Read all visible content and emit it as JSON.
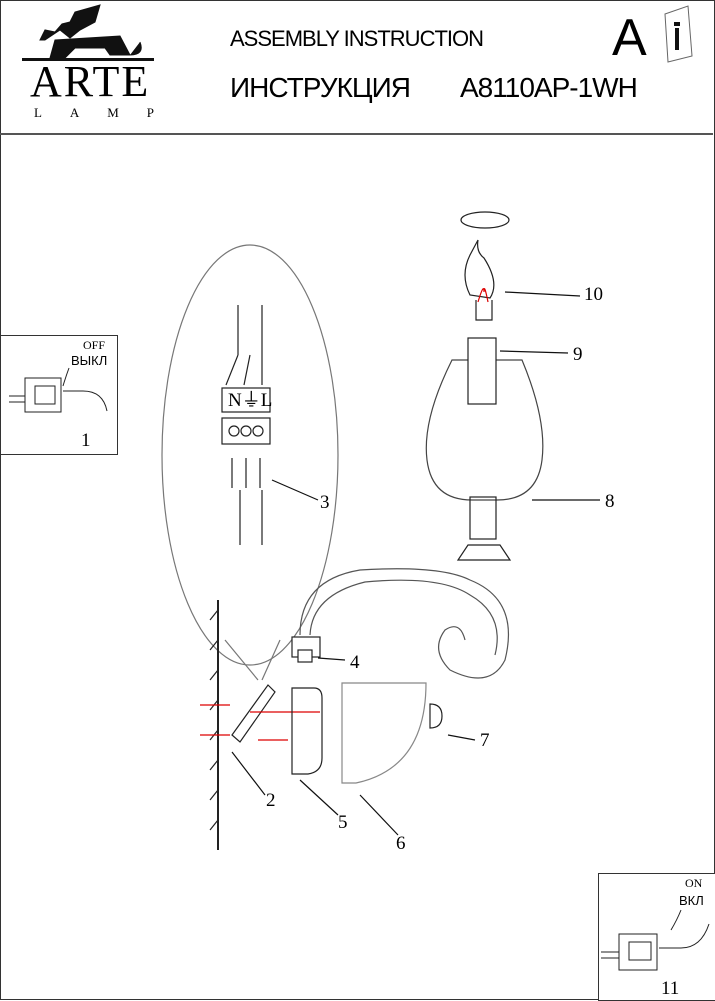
{
  "header": {
    "brand": "ARTE",
    "brand_sub": [
      "L",
      "A",
      "M",
      "P"
    ],
    "title_en": "ASSEMBLY INSTRUCTION",
    "title_ru": "ИНСТРУКЦИЯ",
    "model": "A8110AP-1WH",
    "section_letter": "A"
  },
  "step_off": {
    "label_en": "OFF",
    "label_ru": "ВЫКЛ",
    "number": "1"
  },
  "step_on": {
    "label_en": "ON",
    "label_ru": "ВКЛ",
    "number": "11"
  },
  "terminal_labels": "N⏚L",
  "parts": [
    "2",
    "3",
    "4",
    "5",
    "6",
    "7",
    "8",
    "9",
    "10"
  ]
}
